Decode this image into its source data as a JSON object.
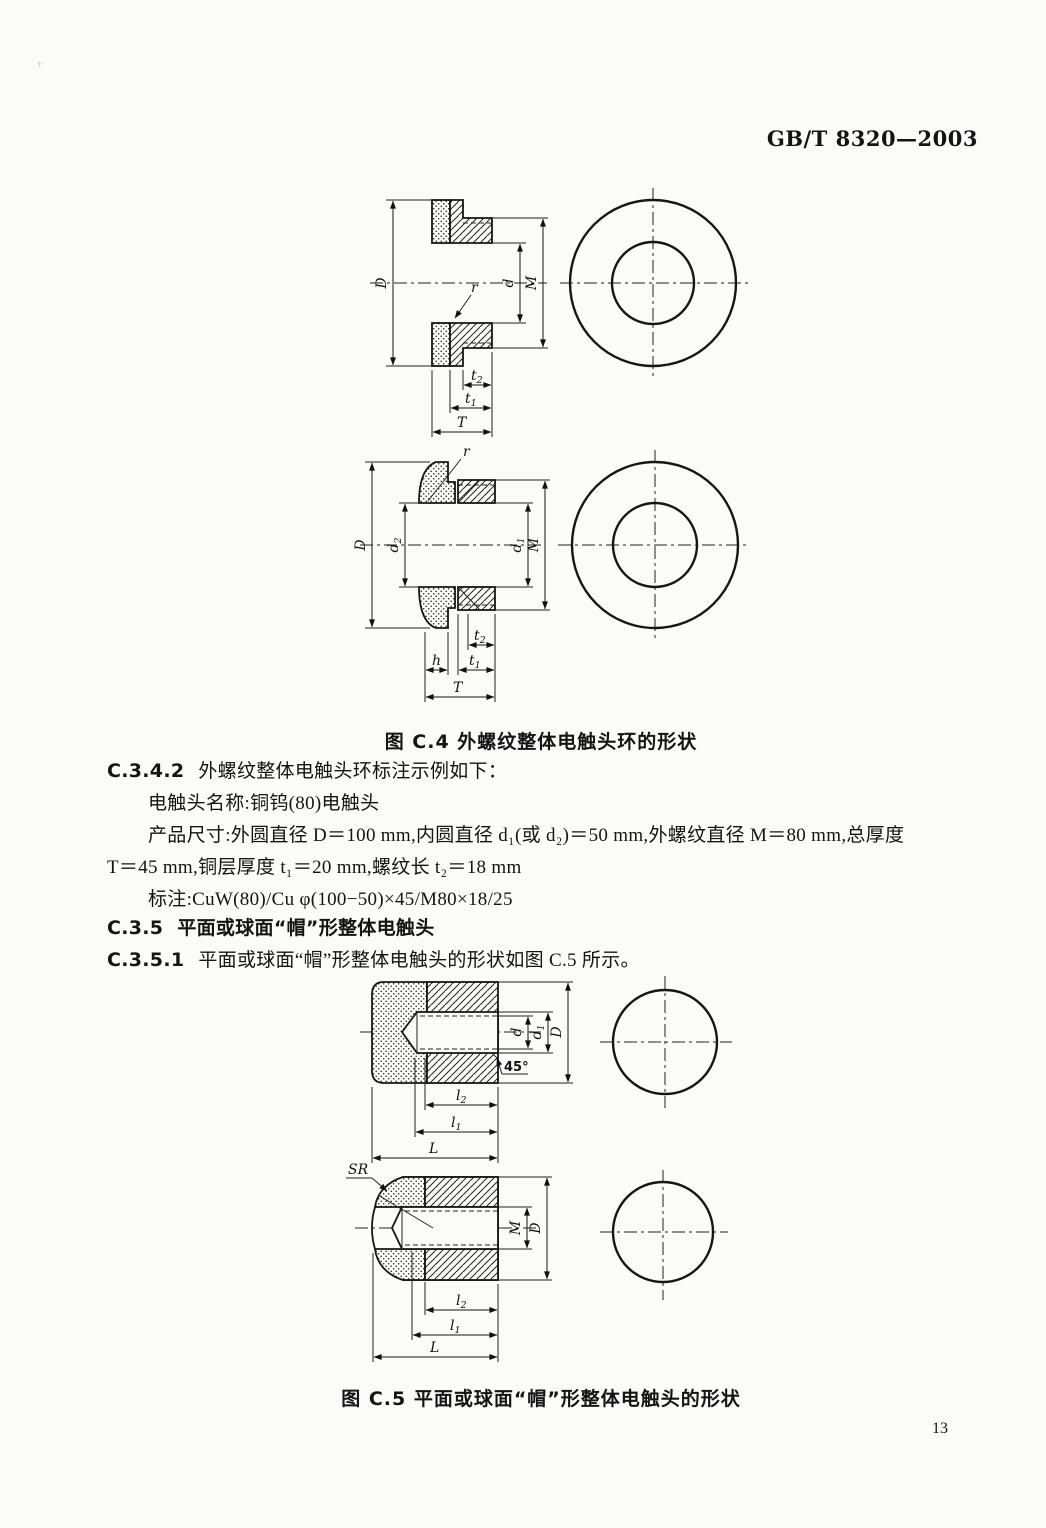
{
  "page": {
    "header": "GB/T 8320—2003",
    "page_number": "13",
    "registration_mark": "+"
  },
  "fig_c4": {
    "caption": "图 C.4  外螺纹整体电触头环的形状",
    "a": {
      "D": "D",
      "d": "d",
      "M": "M",
      "r": "r",
      "t2b": "t",
      "t2s": "2",
      "t1b": "t",
      "t1s": "1",
      "T": "T"
    },
    "b": {
      "D": "D",
      "d2b": "d",
      "d2s": "2",
      "d1b": "d",
      "d1s": "1",
      "M": "M",
      "r": "r",
      "t2b": "t",
      "t2s": "2",
      "t1b": "t",
      "t1s": "1",
      "h": "h",
      "T": "T"
    }
  },
  "clauses": {
    "c342_num": "C.3.4.2",
    "c342_text": "外螺纹整体电触头环标注示例如下：",
    "name_line": "电触头名称:铜钨(80)电触头",
    "size_line1": "产品尺寸:外圆直径 D＝100 mm,内圆直径 d₁(或 d₂)＝50 mm,外螺纹直径 M＝80 mm,总厚度",
    "size_line2": "T＝45 mm,铜层厚度 t₁＝20 mm,螺纹长 t₂＝18 mm",
    "mark_line": "标注:CuW(80)/Cu φ(100−50)×45/M80×18/25",
    "c35_num": "C.3.5",
    "c35_title": "平面或球面“帽”形整体电触头",
    "c351_num": "C.3.5.1",
    "c351_text": "平面或球面“帽”形整体电触头的形状如图 C.5 所示。"
  },
  "fig_c5": {
    "caption": "图 C.5  平面或球面“帽”形整体电触头的形状",
    "a": {
      "d": "d",
      "d1b": "d",
      "d1s": "1",
      "D": "D",
      "angle": "45°",
      "l2b": "l",
      "l2s": "2",
      "l1b": "l",
      "l1s": "1",
      "L": "L"
    },
    "b": {
      "SR": "SR",
      "M": "M",
      "D": "D",
      "l2b": "l",
      "l2s": "2",
      "l1b": "l",
      "l1s": "1",
      "L": "L"
    }
  }
}
